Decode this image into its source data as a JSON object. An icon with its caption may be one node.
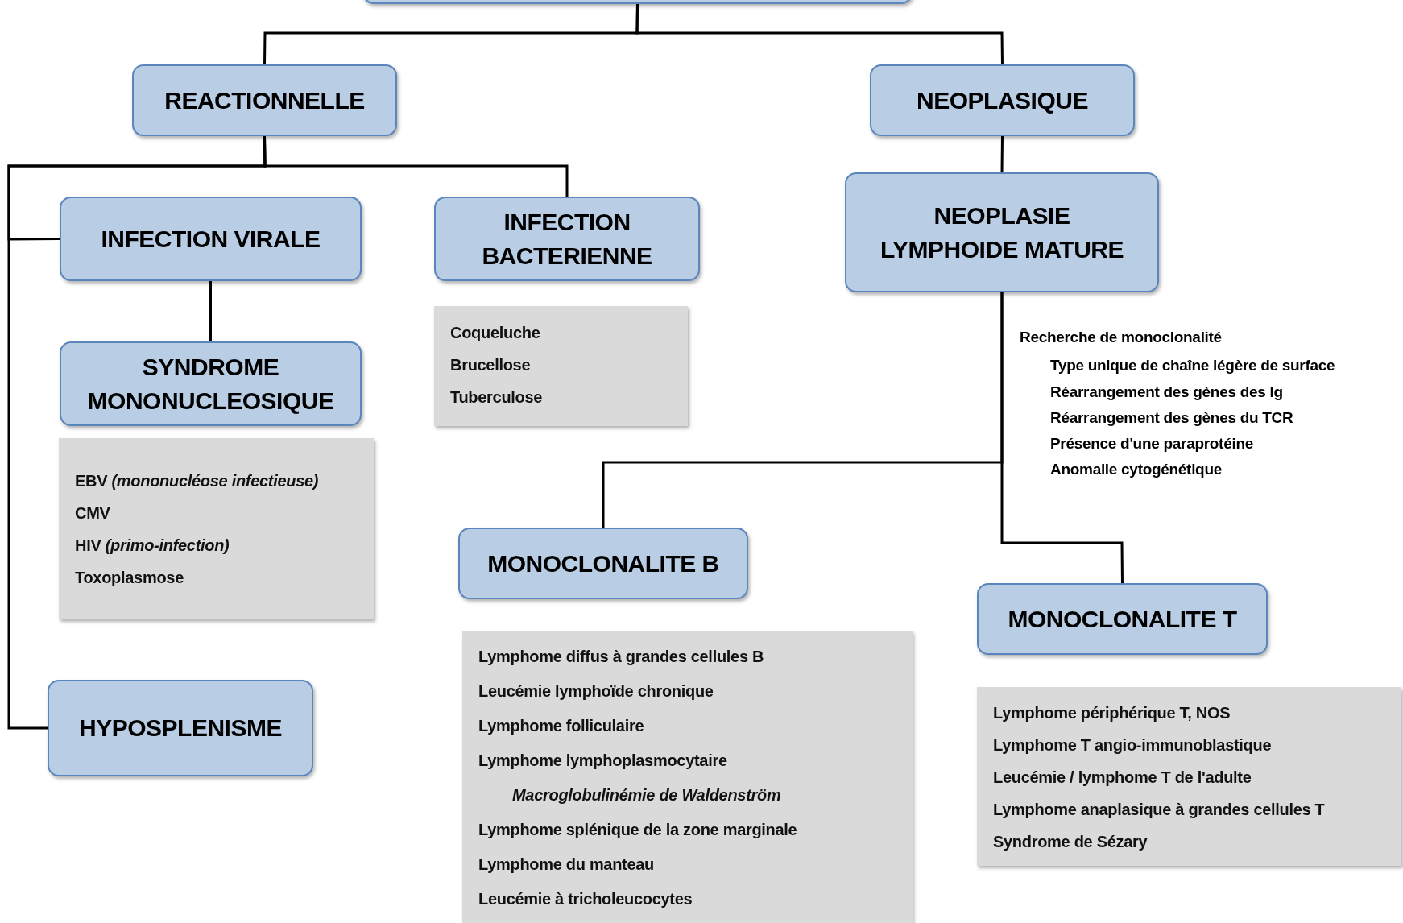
{
  "diagram": {
    "nodes": [
      {
        "text": [],
        "shape": "box"
      },
      {
        "text": [
          "REACTIONNELLE"
        ]
      },
      {
        "text": [
          "NEOPLASIQUE"
        ]
      },
      {
        "text": [
          "INFECTION VIRALE"
        ]
      },
      {
        "text": [
          "INFECTION BACTERIENNE"
        ]
      },
      {
        "text": [
          "Coqueluche",
          "Brucellose",
          "Tuberculose"
        ]
      },
      {
        "text": [
          "NEOPLASIE LYMPHOIDE MATURE"
        ]
      },
      {
        "text": [
          "SYNDROME MONONUCLEOSIQUE"
        ]
      },
      {
        "text": [
          "EBV  *(mononucléose infectieuse)*",
          "CMV",
          "HIV  *(primo-infection)*",
          "Toxoplasmose"
        ]
      },
      {
        "text": [
          "HYPOSPLENISME"
        ]
      },
      {
        "text": [
          "MONOCLONALITE  B"
        ]
      },
      {
        "text": [
          "MONOCLONALITE  T"
        ]
      },
      {
        "text": [
          "Lymphome diffus à grandes cellules B",
          "Leucémie lymphoïde chronique",
          "Lymphome folliculaire",
          "Lymphome lymphoplasmocytaire",
          "*Macroglobulinémie de Waldenström*",
          "Lymphome splénique de la zone marginale",
          "Lymphome du manteau",
          "Leucémie à tricholeucocytes"
        ]
      },
      {
        "text": [
          "Lymphome périphérique T, NOS",
          "Lymphome T angio-immunoblastique",
          "Leucémie / lymphome T de l'adulte",
          "Lymphome anaplasique à grandes cellules T",
          "Syndrome de Sézary"
        ]
      }
    ],
    "edges": [
      {
        "from": 0,
        "to": 1,
        "arrow": "none"
      },
      {
        "from": 0,
        "to": 2,
        "arrow": "none"
      },
      {
        "from": 1,
        "to": 3,
        "arrow": "none"
      },
      {
        "from": 1,
        "to": 4,
        "arrow": "none"
      },
      {
        "from": 1,
        "to": 9,
        "arrow": "none"
      },
      {
        "from": 3,
        "to": 7,
        "arrow": "none"
      },
      {
        "from": 2,
        "to": 6,
        "arrow": "none"
      },
      {
        "from": 6,
        "to": 10,
        "arrow": "none"
      },
      {
        "from": 6,
        "to": 11,
        "arrow": "none"
      }
    ],
    "labels": [
      "Recherche de monoclonalité",
      "Type unique de chaîne légère de surface",
      "Réarrangement des gènes des Ig",
      "Réarrangement des gènes du TCR",
      "Présence d'une paraprotéine",
      "Anomalie cytogénétique"
    ]
  }
}
